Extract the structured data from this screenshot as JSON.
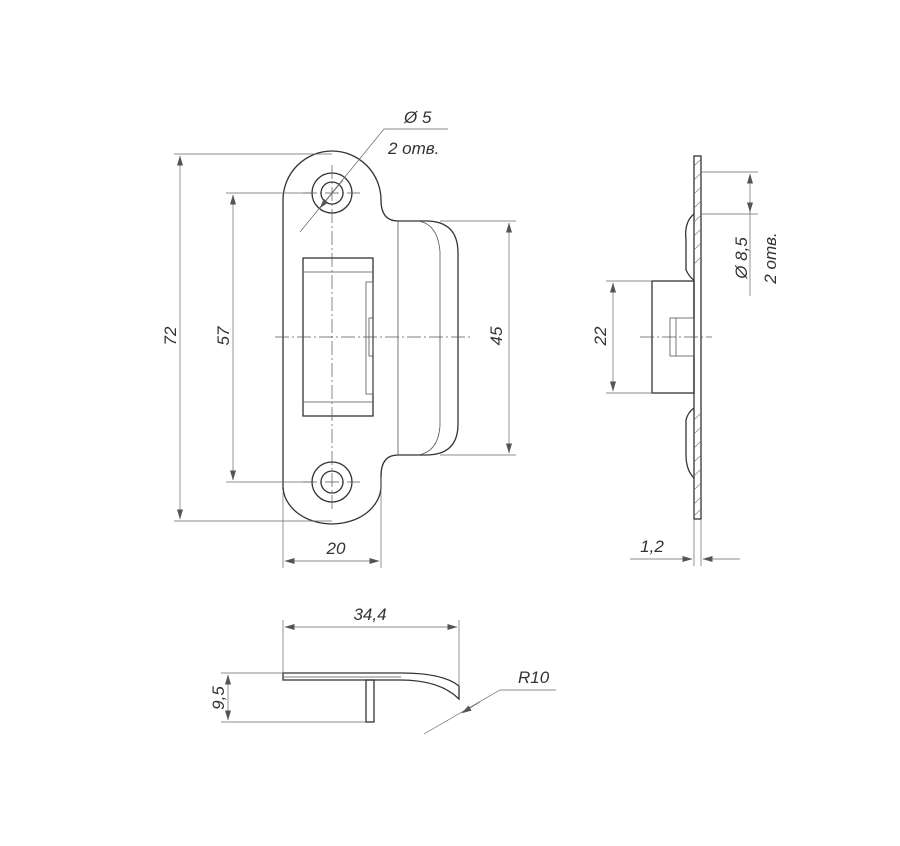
{
  "drawing": {
    "front_view": {
      "hole_diameter_label": "Ø 5",
      "hole_count_label": "2 отв.",
      "overall_height": "72",
      "hole_spacing": "57",
      "tongue_height": "45",
      "plate_width": "20"
    },
    "side_view": {
      "hole_diameter_label": "Ø 8,5",
      "hole_count_label": "2 отв.",
      "box_height": "22",
      "plate_thickness": "1,2"
    },
    "bottom_view": {
      "overall_length": "34,4",
      "depth": "9,5",
      "bend_radius": "R10"
    }
  }
}
